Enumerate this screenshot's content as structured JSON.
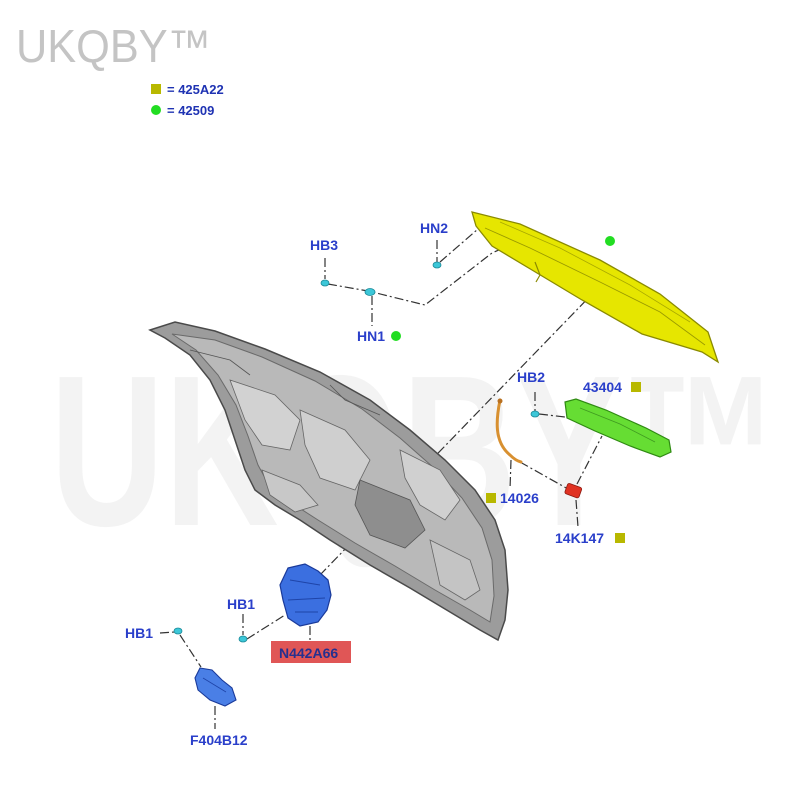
{
  "watermark": {
    "small": "UKQBY™",
    "large": "UKQBY™"
  },
  "legend": [
    {
      "text": "= 425A22",
      "marker": "square",
      "color": "#b8b800"
    },
    {
      "text": "= 42509",
      "marker": "circle",
      "color": "#22dd22"
    }
  ],
  "callouts": {
    "hb3": "HB3",
    "hn2": "HN2",
    "hn1": "HN1",
    "hb2": "HB2",
    "p43404": "43404",
    "p14026": "14026",
    "p14k147": "14K147",
    "hb1_upper": "HB1",
    "hb1_left": "HB1",
    "n442a66": "N442A66",
    "f404b12": "F404B12"
  },
  "colors": {
    "label": "#2a3fca",
    "highlight": "#e05656",
    "spoiler": "#e6e600",
    "handle": "#66dd33",
    "latch": "#3b6fe0",
    "lid": "#9c9c9c"
  }
}
